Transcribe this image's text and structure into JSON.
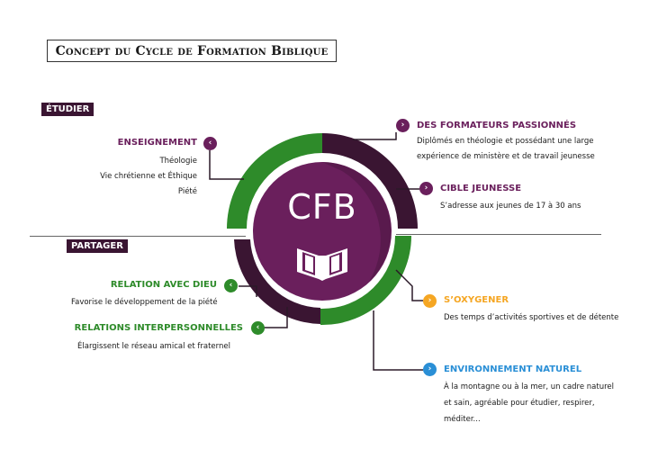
{
  "title": "Concept du Cycle de Formation Biblique",
  "colors": {
    "purple": "#6a1f5c",
    "dark": "#3a1532",
    "green": "#2e8b2a",
    "orange": "#f5a623",
    "blue": "#2a8fd6"
  },
  "center": {
    "label": "CFB",
    "icon": "open-book-icon"
  },
  "tags": {
    "etudier": "ÉTUDIER",
    "partager": "PARTAGER"
  },
  "enseignement": {
    "title": "ENSEIGNEMENT",
    "items": [
      "Théologie",
      "Vie chrétienne et Éthique",
      "Piété"
    ]
  },
  "formateurs": {
    "title": "DES FORMATEURS PASSIONNÉS",
    "lines": [
      "Diplômés en théologie et possédant une large",
      "expérience de ministère et de travail jeunesse"
    ]
  },
  "cible": {
    "title": "CIBLE JEUNESSE",
    "text": "S’adresse aux jeunes de 17 à 30 ans"
  },
  "relation_dieu": {
    "title": "RELATION AVEC DIEU",
    "text": "Favorise le développement de la piété"
  },
  "relations_inter": {
    "title": "RELATIONS INTERPERSONNELLES",
    "text": "Élargissent le réseau amical et fraternel"
  },
  "oxygener": {
    "title": "S’OXYGENER",
    "text": "Des temps d’activités sportives et de détente"
  },
  "environnement": {
    "title": "ENVIRONNEMENT NATUREL",
    "lines": [
      "À la montagne ou à la mer, un cadre naturel",
      "et sain, agréable pour étudier, respirer,",
      "méditer..."
    ]
  }
}
